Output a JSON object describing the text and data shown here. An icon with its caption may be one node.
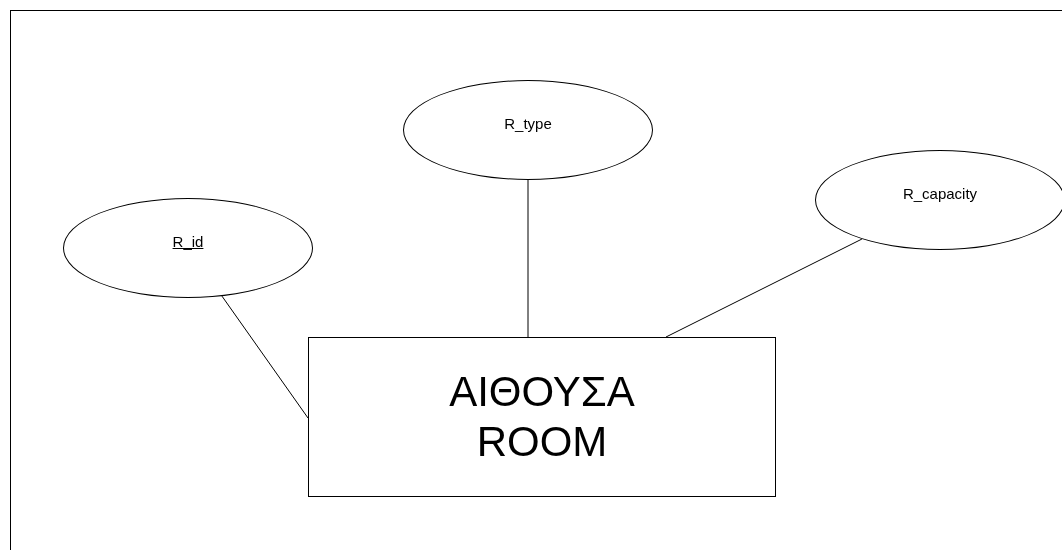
{
  "diagram": {
    "nodes": [
      {
        "text": [
          "R_type"
        ]
      },
      {
        "text": [
          "R_id"
        ]
      },
      {
        "text": [
          "R_capacity"
        ]
      },
      {
        "text": [
          "ΑΙΘΟΥΣΑ",
          "ROOM"
        ]
      }
    ],
    "edges": [
      {
        "from": 1,
        "to": 3,
        "arrow": "none"
      },
      {
        "from": 0,
        "to": 3,
        "arrow": "none"
      },
      {
        "from": 2,
        "to": 3,
        "arrow": "none"
      }
    ]
  }
}
